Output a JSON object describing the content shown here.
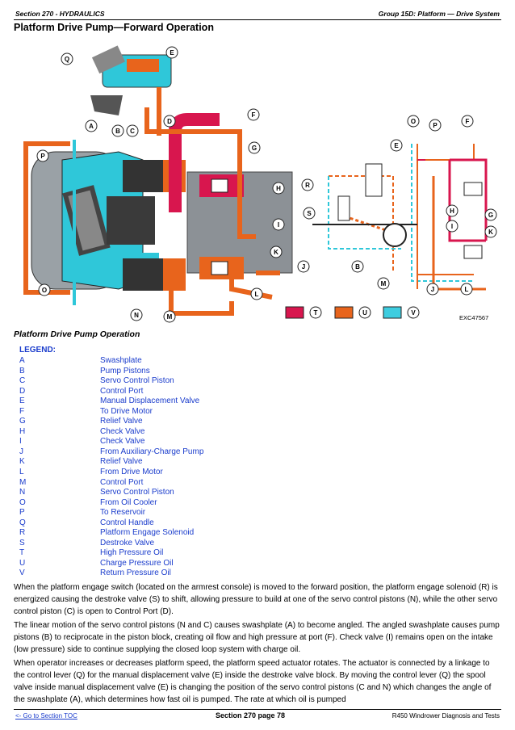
{
  "header": {
    "section": "Section 270 - HYDRAULICS",
    "group": "Group 15D: Platform — Drive System"
  },
  "page_title": "Platform Drive Pump—Forward Operation",
  "diagram": {
    "callouts": [
      "A",
      "B",
      "C",
      "D",
      "E",
      "F",
      "G",
      "H",
      "I",
      "J",
      "K",
      "L",
      "M",
      "N",
      "O",
      "P",
      "Q"
    ],
    "schematic_callouts": [
      "O",
      "P",
      "F",
      "E",
      "R",
      "S",
      "H",
      "G",
      "I",
      "K",
      "B",
      "M",
      "J",
      "L"
    ],
    "key": [
      {
        "letter": "T",
        "color": "#d8164e"
      },
      {
        "letter": "U",
        "color": "#e8641c"
      },
      {
        "letter": "V",
        "color": "#3ecde0"
      }
    ],
    "figure_id": "EXC47567"
  },
  "caption": "Platform Drive Pump Operation",
  "legend_title": "LEGEND:",
  "legend": [
    {
      "key": "A",
      "value": "Swashplate"
    },
    {
      "key": "B",
      "value": "Pump Pistons"
    },
    {
      "key": "C",
      "value": "Servo Control Piston"
    },
    {
      "key": "D",
      "value": "Control Port"
    },
    {
      "key": "E",
      "value": "Manual Displacement Valve"
    },
    {
      "key": "F",
      "value": "To Drive Motor"
    },
    {
      "key": "G",
      "value": "Relief Valve"
    },
    {
      "key": "H",
      "value": "Check Valve"
    },
    {
      "key": "I",
      "value": "Check Valve"
    },
    {
      "key": "J",
      "value": "From Auxiliary-Charge Pump"
    },
    {
      "key": "K",
      "value": "Relief Valve"
    },
    {
      "key": "L",
      "value": "From Drive Motor"
    },
    {
      "key": "M",
      "value": "Control Port"
    },
    {
      "key": "N",
      "value": "Servo Control Piston"
    },
    {
      "key": "O",
      "value": "From Oil Cooler"
    },
    {
      "key": "P",
      "value": "To Reservoir"
    },
    {
      "key": "Q",
      "value": "Control Handle"
    },
    {
      "key": "R",
      "value": "Platform Engage Solenoid"
    },
    {
      "key": "S",
      "value": "Destroke Valve"
    },
    {
      "key": "T",
      "value": "High Pressure Oil"
    },
    {
      "key": "U",
      "value": "Charge Pressure Oil"
    },
    {
      "key": "V",
      "value": "Return Pressure Oil"
    }
  ],
  "paragraphs": [
    "When the platform engage switch (located on the armrest console) is moved to the forward position, the platform engage solenoid (R) is energized causing the destroke valve (S) to shift, allowing pressure to build at one of the servo control pistons (N), while the other servo control piston (C) is open to Control Port (D).",
    "The linear motion of the servo control pistons (N and C) causes swashplate (A) to become angled. The angled swashplate causes pump pistons (B) to reciprocate in the piston block, creating oil flow and high pressure at port (F). Check valve (I) remains open on the intake (low pressure) side to continue supplying the closed loop system with charge oil.",
    "When operator increases or decreases platform speed, the platform speed actuator rotates. The actuator is connected by a linkage to the control lever (Q) for the manual displacement valve (E) inside the destroke valve block. By moving the control lever (Q) the spool valve inside manual displacement valve (E) is changing the position of the servo control pistons (C and N) which changes the angle of the swashplate (A), which determines how fast oil is pumped. The rate at which oil is pumped"
  ],
  "footer": {
    "toc_link": "<- Go to Section TOC",
    "page": "Section 270 page 78",
    "doc": "R450 Windrower Diagnosis and Tests"
  }
}
